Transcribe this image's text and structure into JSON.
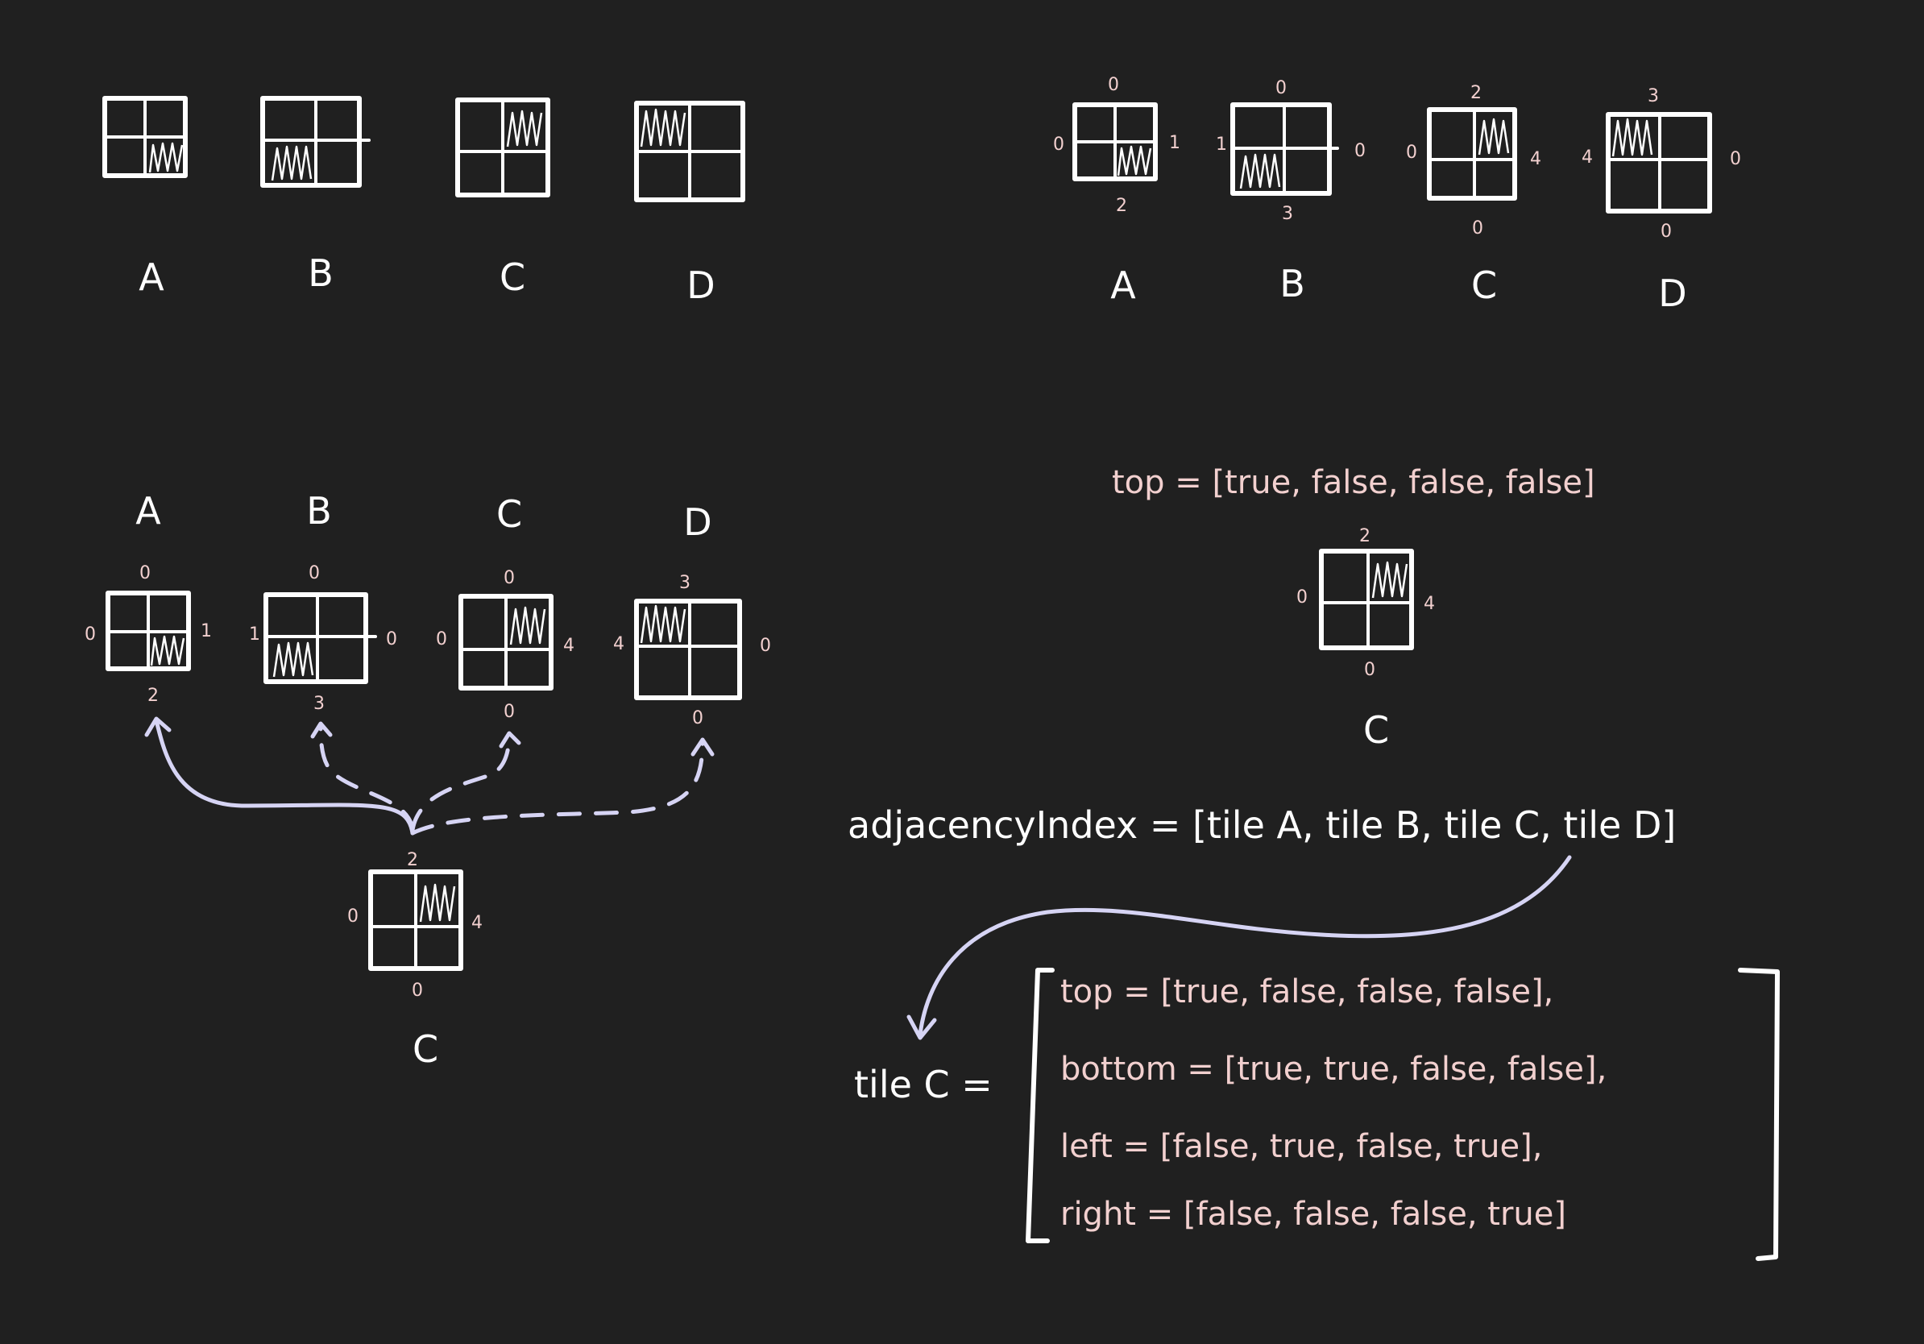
{
  "diagram": {
    "row1_tiles": [
      {
        "label": "A"
      },
      {
        "label": "B"
      },
      {
        "label": "C"
      },
      {
        "label": "D"
      }
    ],
    "row2_tiles": [
      {
        "label": "A",
        "top": "0",
        "left": "0",
        "right": "1",
        "bottom": "2"
      },
      {
        "label": "B",
        "top": "0",
        "left": "1",
        "right": "0",
        "bottom": "3"
      },
      {
        "label": "C",
        "top": "2",
        "left": "0",
        "right": "4",
        "bottom": "0"
      },
      {
        "label": "D",
        "top": "3",
        "left": "4",
        "right": "0",
        "bottom": "0"
      }
    ],
    "row3_tiles": [
      {
        "label": "A",
        "top": "0",
        "left": "0",
        "right": "1",
        "bottom": "2"
      },
      {
        "label": "B",
        "top": "0",
        "left": "1",
        "right": "0",
        "bottom": "3"
      },
      {
        "label": "C",
        "top": "0",
        "left": "0",
        "right": "4",
        "bottom": "0"
      },
      {
        "label": "D",
        "top": "3",
        "left": "4",
        "right": "0",
        "bottom": "0"
      }
    ],
    "source_tile": {
      "label": "C",
      "top": "2",
      "left": "0",
      "right": "4",
      "bottom": "0"
    },
    "example_tile": {
      "label": "C",
      "top": "2",
      "left": "0",
      "right": "4",
      "bottom": "0"
    },
    "top_expression": "top = [true, false, false, false]",
    "adjacency_expression": "adjacencyIndex = [tile A, tile B, tile C, tile D]",
    "tile_c_name": "tile C =",
    "tile_c_rows": [
      "top = [true, false, false, false],",
      "bottom = [true, true, false, false],",
      "left = [false, true, false, true],",
      "right = [false, false, false, true]"
    ],
    "colors": {
      "background": "#202020",
      "ink": "#ffffff",
      "annotation": "#f2d0cf",
      "arrow": "#d6d4f4"
    }
  }
}
